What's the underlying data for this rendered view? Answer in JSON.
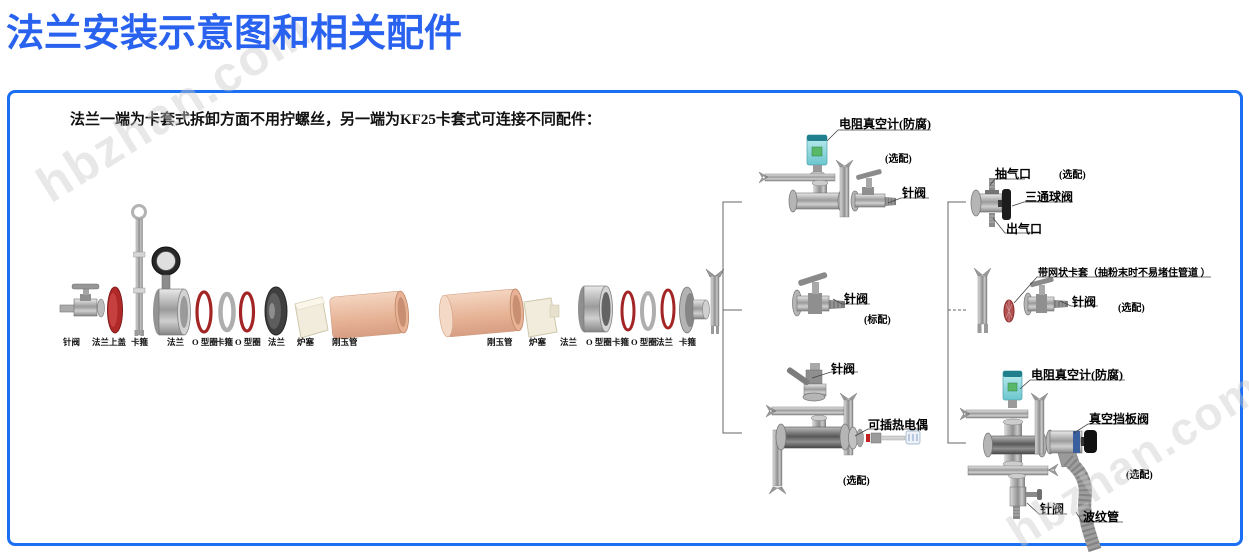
{
  "title": "法兰安装示意图和相关配件",
  "watermark": "hbzhan.com",
  "panel": {
    "intro": "法兰一端为卡套式拆卸方面不用拧螺丝，另一端为KF25卡套式可连接不同配件："
  },
  "exploded": {
    "labels": [
      "针阀",
      "法兰上盖",
      "卡箍",
      "法兰",
      "O 型圈",
      "卡箍",
      "O 型圈",
      "法兰",
      "炉塞",
      "刚玉管",
      "刚玉管",
      "炉塞",
      "法兰",
      "O 型圈",
      "卡箍",
      "O 型圈",
      "法兰",
      "卡箍"
    ]
  },
  "callouts": {
    "m1_gauge": "电阻真空计(防腐)",
    "m1_optional": "(选配)",
    "m1_valve": "针阀",
    "m2_valve": "针阀",
    "m2_standard": "(标配)",
    "m3_valve": "针阀",
    "m3_thermocouple": "可插热电偶",
    "m3_optional": "(选配)",
    "r1_inlet": "抽气口",
    "r1_optional": "(选配)",
    "r1_ball": "三通球阀",
    "r1_outlet": "出气口",
    "r2_mesh": "带网状卡套（抽粉末时不易堵住管道 ）",
    "r2_valve": "针阀",
    "r2_optional": "(选配)",
    "r3_gauge": "电阻真空计(防腐)",
    "r3_flapper": "真空挡板阀",
    "r3_optional": "(选配)",
    "r3_valve": "针阀",
    "r3_bellows": "波纹管"
  },
  "colors": {
    "title_blue": "#2a62f0",
    "border_blue": "#1b6ff2",
    "gauge_teal": "#8fd4da",
    "oring_red": "#a32424",
    "tube_pink": "#eec3aa"
  }
}
